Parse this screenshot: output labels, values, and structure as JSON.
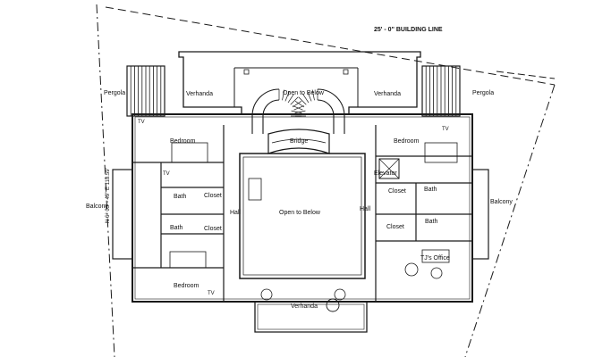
{
  "labels": {
    "building_line": "25' - 0\" BUILDING LINE",
    "bearing": "N 6° 03' - 49\" E 118.59'",
    "pergola_left": "Pergola",
    "pergola_right": "Pergola",
    "verhanda_top_left": "Verhanda",
    "verhanda_top_right": "Verhanda",
    "verhanda_bottom": "Verhanda",
    "open_to_below_top": "Open to Below",
    "open_to_below_center": "Open to Below",
    "bridge": "Bridge",
    "elevator": "Elevator",
    "bedroom_top_left": "Bedroom",
    "bedroom_top_right": "Bedroom",
    "bedroom_bottom_left": "Bedroom",
    "closet_left_1": "Closet",
    "closet_left_2": "Closet",
    "closet_right_1": "Closet",
    "closet_right_2": "Closet",
    "bath_left_1": "Bath",
    "bath_left_2": "Bath",
    "bath_right_1": "Bath",
    "bath_right_2": "Bath",
    "hall_left": "Hall",
    "hall_right": "Hall",
    "balcony_left": "Balcony",
    "balcony_right": "Balcony",
    "office": "TJ's Office",
    "tv_1": "TV",
    "tv_2": "TV",
    "tv_3": "TV",
    "tv_4": "TV"
  },
  "colors": {
    "ink": "#1a1a1a",
    "paper": "#ffffff"
  }
}
